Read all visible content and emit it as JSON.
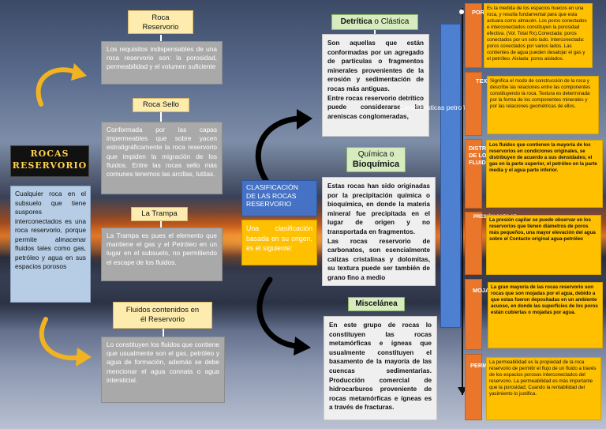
{
  "main_title": "ROCAS\nRESERVORIO",
  "main_definition": "Cualquier roca en el subsuelo que tiene suspores interconectados es una roca reservorio, porque permite almacenar fluidos tales como gas, petróleo y agua en sus espacios porosos",
  "roca_reservorio": {
    "heading": "Roca\nReservorio",
    "text": "Los requisitos indispensables de una roca reservorio son: la porosidad, permeabilidad y el volumen suficiente"
  },
  "roca_sello": {
    "heading": "Roca Sello",
    "text": "Conformada por las capas impermeables que sobre yacen estratigráficamente la roca reservorio que impiden la migración de los fluidos. Entre las rocas sello más comunes tenemos las arcillas, lutitas."
  },
  "la_trampa": {
    "heading": "La Trampa",
    "text": "La Trampa es pues el elemento que mantiene el gas y el Petróleo en un lugar en el subsuelo, no permitiendo el escape de los fluidos."
  },
  "fluidos": {
    "heading": "Fluidos contenidos en\nél Reservorio",
    "text": "Lo constituyen los fluidos que contiene que usualmente son el gas, petróleo y agua de formación, además se debe mencionar el agua connata o agua intersticial."
  },
  "clasificacion": {
    "heading": "CLASIFICACIÓN\nDE LAS ROCAS\nRESERVORIO",
    "text": "Una clasificación basada en su origen, es el siguiente:"
  },
  "detritica": {
    "heading_bold": "Detrítica",
    "heading_rest": " o Clástica",
    "text": "Son aquellas que están conformadas por un agregado de partículas o fragmentos minerales provenientes de la erosión y sedimentación de rocas más antiguas.\nEntre rocas reservorio detrítico puede considerarse las areniscas conglomeradas,"
  },
  "quimica": {
    "heading_line1": "Química o",
    "heading_line2": "Bioquímica",
    "text": "Estas rocas han sido originadas por la precipitación química o bioquímica, en donde la materia mineral fue precipitada en el lugar de origen y no transportada en fragmentos.\nLas rocas reservorio de carbonatos, son esencialmente calizas cristalinas y dolomitas, su textura puede ser también de grano fino a medio"
  },
  "miscelanea": {
    "heading": "Miscelánea",
    "text": "En este grupo de rocas lo constituyen las rocas metamórficas e ígneas que usualmente constituyen el basamento de la mayoría de las cuencas sedimentarias. Producción comercial de hidrocarburos proveniente de rocas metamórficas e ígneas es a través de fracturas."
  },
  "caracteristicas": {
    "label": "Características petrofísicas",
    "items": [
      {
        "label": "POROSIDAD",
        "text": "Es la medida de los espacios huecos en una roca, y resulta fundamental para que esta actuara como almacén. Los poros conectados e interconectados constituyen la porosidad efectiva. (Vol. Total Rx).Conectada: poros conectados por un solo lado. Interconectada: poros conectados por varios lados. Las contientes de agua pueden desalojar el gas y el petróleo. Aislada: poros aislados."
      },
      {
        "label": "TEXTURA",
        "text": "Significa el modo de construcción de la roca y describe las relaciones entre las componentes constituyendo la roca. Textura es determinada por la forma de los componentes minerales y por las relaciones geométricas de ellos."
      },
      {
        "label": "DISTRIBUCIÓN DE LOS FLUIDOS",
        "text": "Los fluidos que contienen la mayoría de los reservorios en condiciones originales, se distribuyen de acuerdo a sus densidades; el gas en la parte superior, el petróleo en la parte media y el agua parte inferior."
      },
      {
        "label": "PRESIÓN CAPILAR",
        "text": "La presión capilar se puede observar en los reservorios que tienen diámetros de poros más pequeños, una mayor elevación del agua sobre el Contacto original agua-petróleo"
      },
      {
        "label": "MOJABILIDAD",
        "text": "La gran mayoría de las rocas reservorio son rocas que son mojadas por el agua, debido a que estas fueron depositadas en un ambiente acuoso, en donde las superficies de los poros están cubiertas o mojadas por agua."
      },
      {
        "label": "PERMEABILIDAD",
        "text": "La permeabilidad es la propiedad de la roca reservorio de permitir el flujo de un fluido a través de los espacios porosos interconectados del reservorio. La permeabilidad es más importante que la porosidad; Cuando la rentabilidad del yacimiento lo justifica."
      }
    ]
  },
  "colors": {
    "yellow": "#fdecae",
    "gray": "#a9a9a9",
    "orange": "#ffc000",
    "blue": "#4572c4",
    "light_blue": "#b6cde5",
    "green": "#d6ecbf",
    "timeline": "#e9762a"
  }
}
